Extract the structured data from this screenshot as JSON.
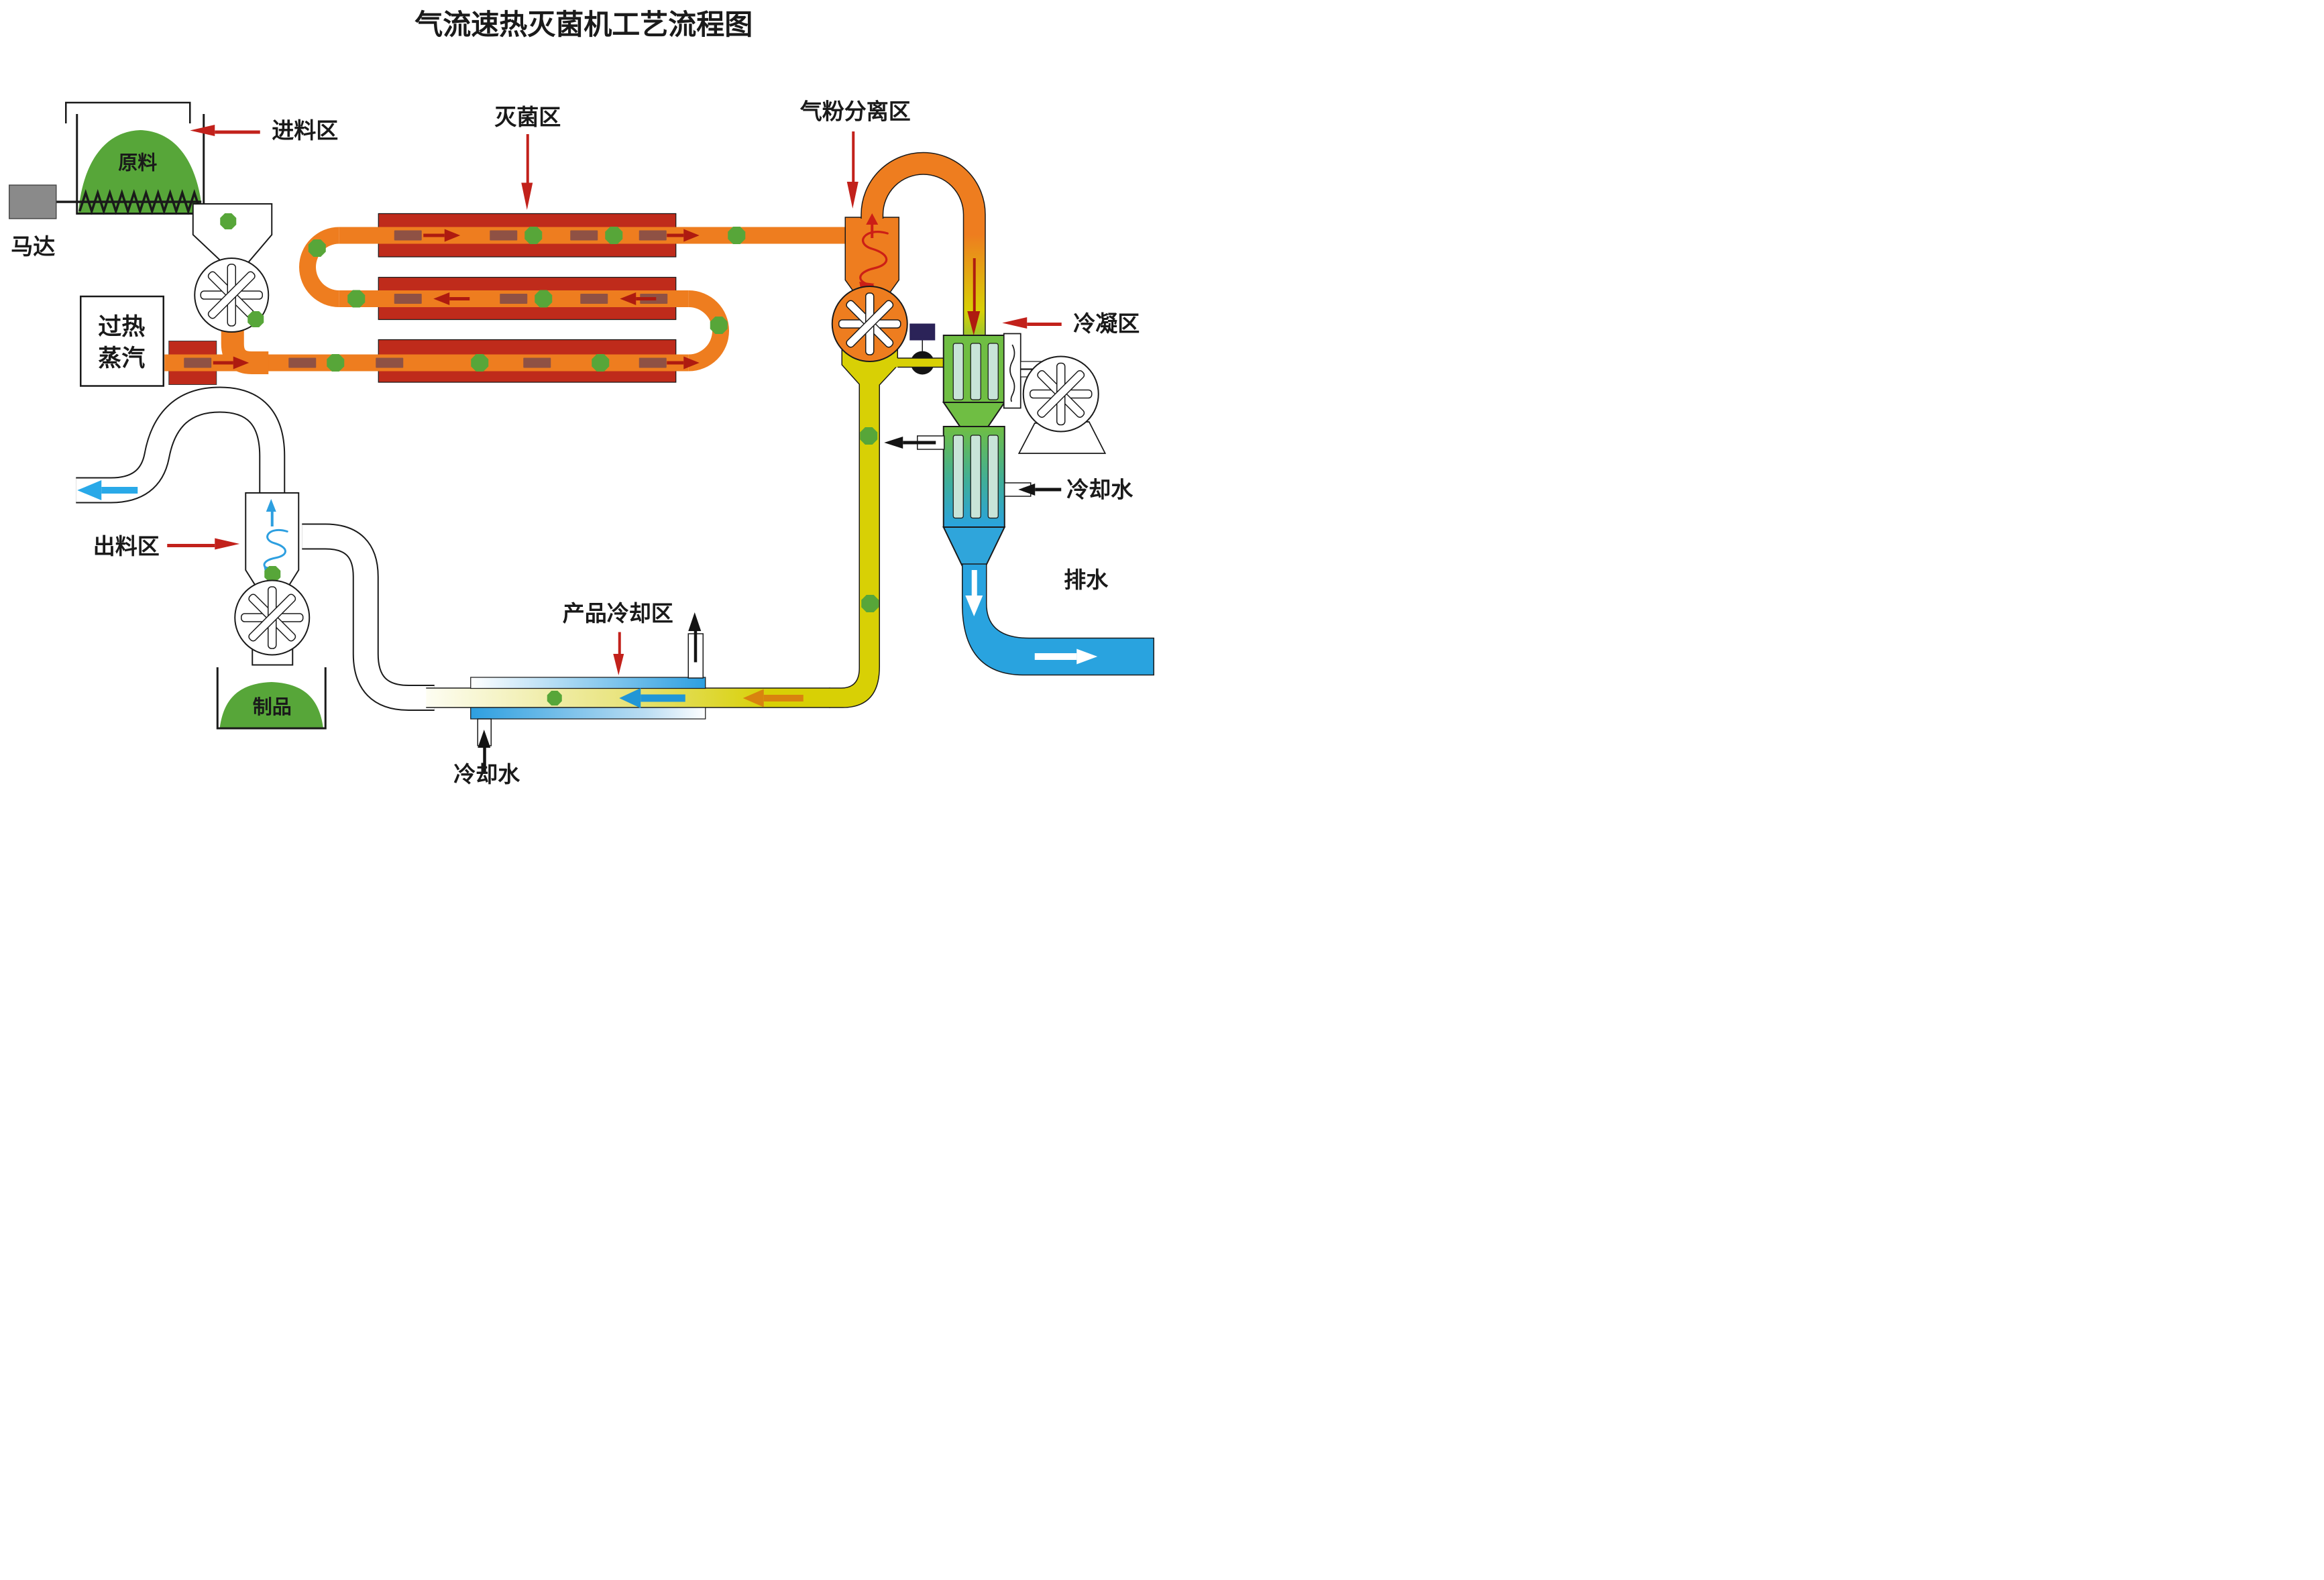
{
  "title": "气流速热灭菌机工艺流程图",
  "labels": {
    "feed_zone": "进料区",
    "raw_material": "原料",
    "motor": "马达",
    "steam_line1": "过热",
    "steam_line2": "蒸汽",
    "sterilization_zone": "灭菌区",
    "separation_zone": "气粉分离区",
    "condensation_zone": "冷凝区",
    "cooling_water_condenser": "冷却水",
    "drain": "排水",
    "discharge_zone": "出料区",
    "product": "制品",
    "product_cooling_zone": "产品冷却区",
    "cooling_water_cooler": "冷却水"
  },
  "colors": {
    "pipe_orange": "#EE7D1F",
    "heater_red": "#BF2B1B",
    "plug_brown": "#8F5144",
    "flow_arrow_red": "#AE1B10",
    "label_arrow_red": "#C2211B",
    "line_yellow": "#D8D005",
    "material_green": "#57A639",
    "condenser_green": "#6FBE43",
    "slot_green": "#C8E4D8",
    "water_blue": "#29A3DF",
    "flow_arrow_blue": "#2196D6",
    "exhaust_arrow_blue": "#29A9E8",
    "flow_arrow_orange": "#D9830F",
    "valve_navy": "#2B2358",
    "motor_gray": "#8A8A8A",
    "ink": "#1A1A1A"
  }
}
